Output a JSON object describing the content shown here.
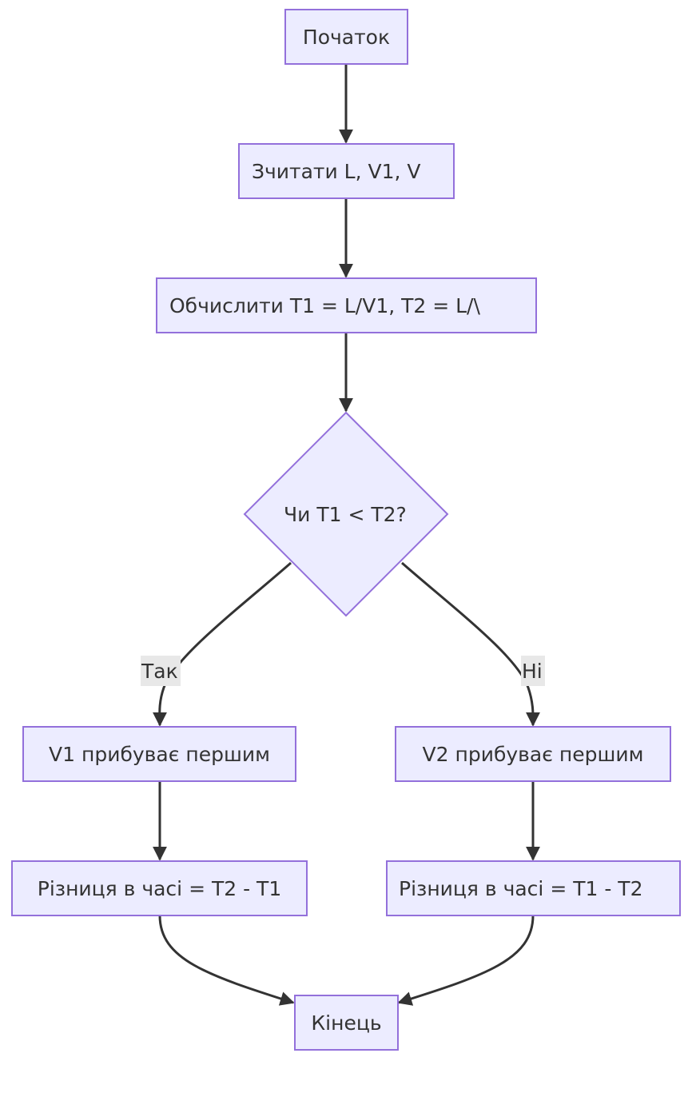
{
  "nodes": {
    "start": "Початок",
    "read": "Зчитати L, V1, V",
    "compute": "Обчислити T1 = L/V1, T2 = L/\\",
    "decision": "Чи T1 < T2?",
    "v1_first": "V1 прибуває першим",
    "v2_first": "V2 прибуває першим",
    "diff1": "Різниця в часі = T2 - T1",
    "diff2": "Різниця в часі = T1 - T2",
    "end": "Кінець"
  },
  "edges": {
    "yes_label": "Так",
    "no_label": "Ні"
  },
  "colors": {
    "node_fill": "#ECECFF",
    "node_stroke": "#9370DB",
    "edge": "#333333",
    "edge_label_bg": "#e8e8e8"
  }
}
